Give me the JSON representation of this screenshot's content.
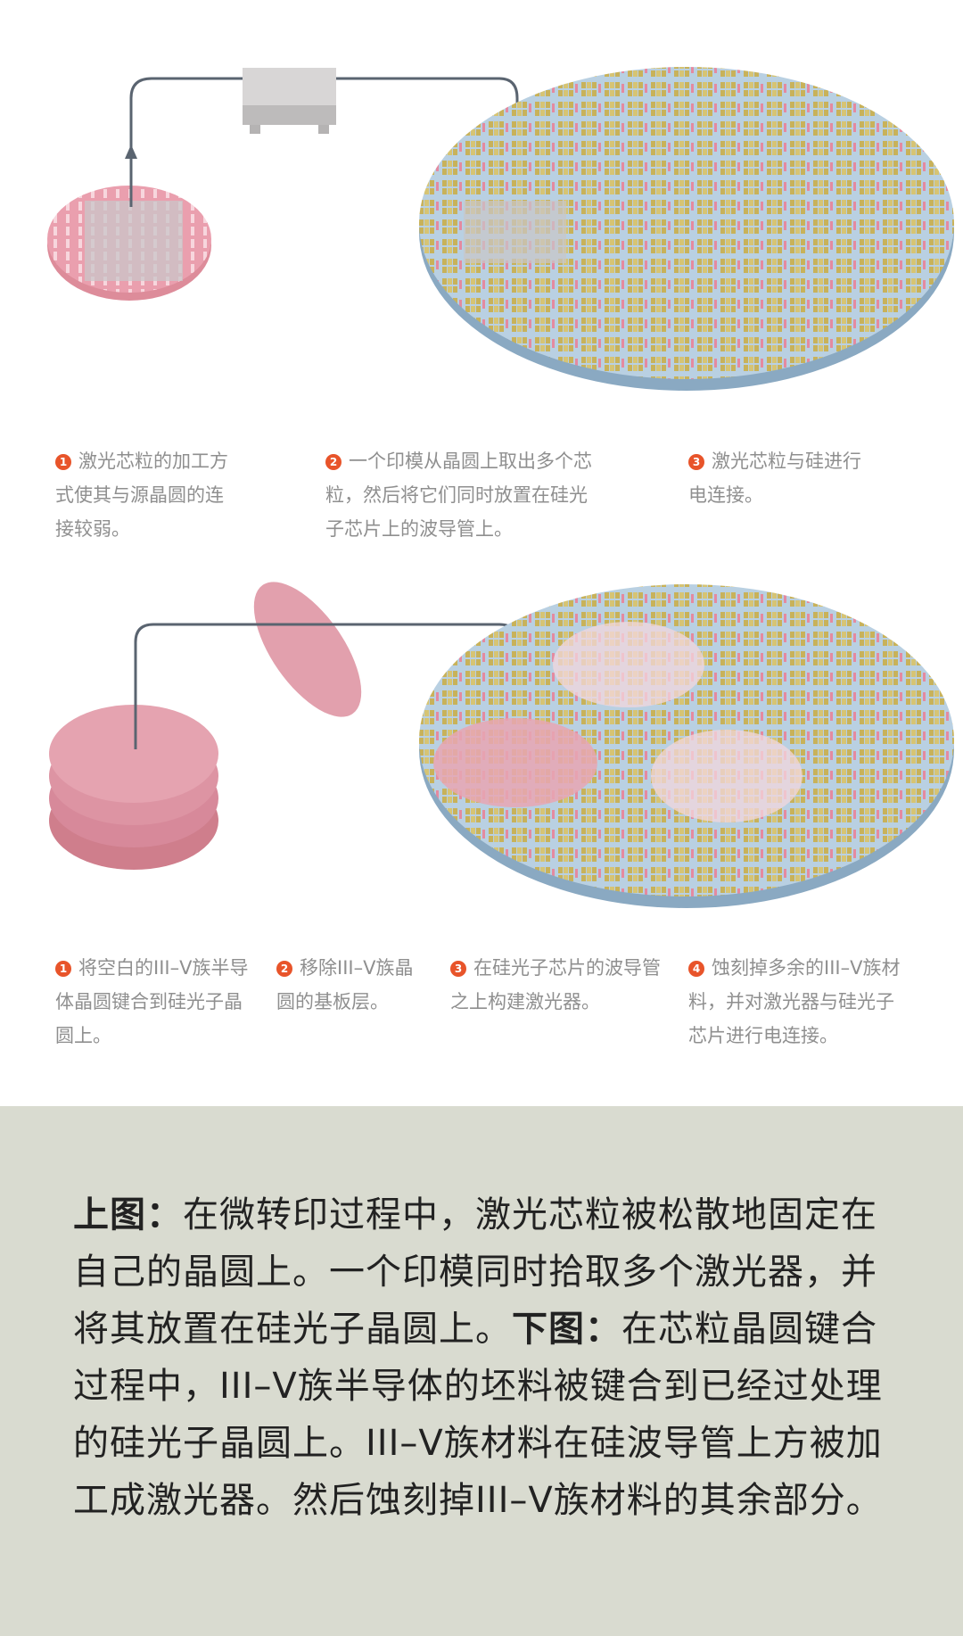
{
  "top_steps": [
    {
      "num": "1",
      "text": "激光芯粒的加工方式使其与源晶圆的连接较弱。"
    },
    {
      "num": "2",
      "text": "一个印模从晶圆上取出多个芯粒，然后将它们同时放置在硅光子芯片上的波导管上。"
    },
    {
      "num": "3",
      "text": "激光芯粒与硅进行电连接。"
    }
  ],
  "bottom_steps": [
    {
      "num": "1",
      "text": "将空白的III–V族半导体晶圆键合到硅光子晶圆上。"
    },
    {
      "num": "2",
      "text": "移除III–V族晶圆的基板层。"
    },
    {
      "num": "3",
      "text": "在硅光子芯片的波导管之上构建激光器。"
    },
    {
      "num": "4",
      "text": "蚀刻掉多余的III–V族材料，并对激光器与硅光子芯片进行电连接。"
    }
  ],
  "caption": {
    "top_label": "上图：",
    "top_text": "在微转印过程中，激光芯粒被松散地固定在自己的晶圆上。一个印模同时拾取多个激光器，并将其放置在硅光子晶圆上。",
    "bottom_label": "下图：",
    "bottom_text": "在芯粒晶圆键合过程中，III–V族半导体的坯料被键合到已经过处理的硅光子晶圆上。III–V族材料在硅波导管上方被加工成激光器。然后蚀刻掉III–V族材料的其余部分。"
  },
  "colors": {
    "wafer_blue": "#b9d0e2",
    "chip_gold": "#c8b25a",
    "pink": "#e8a0ab",
    "accent": "#e8542a",
    "caption_bg": "#d9dbd0"
  }
}
